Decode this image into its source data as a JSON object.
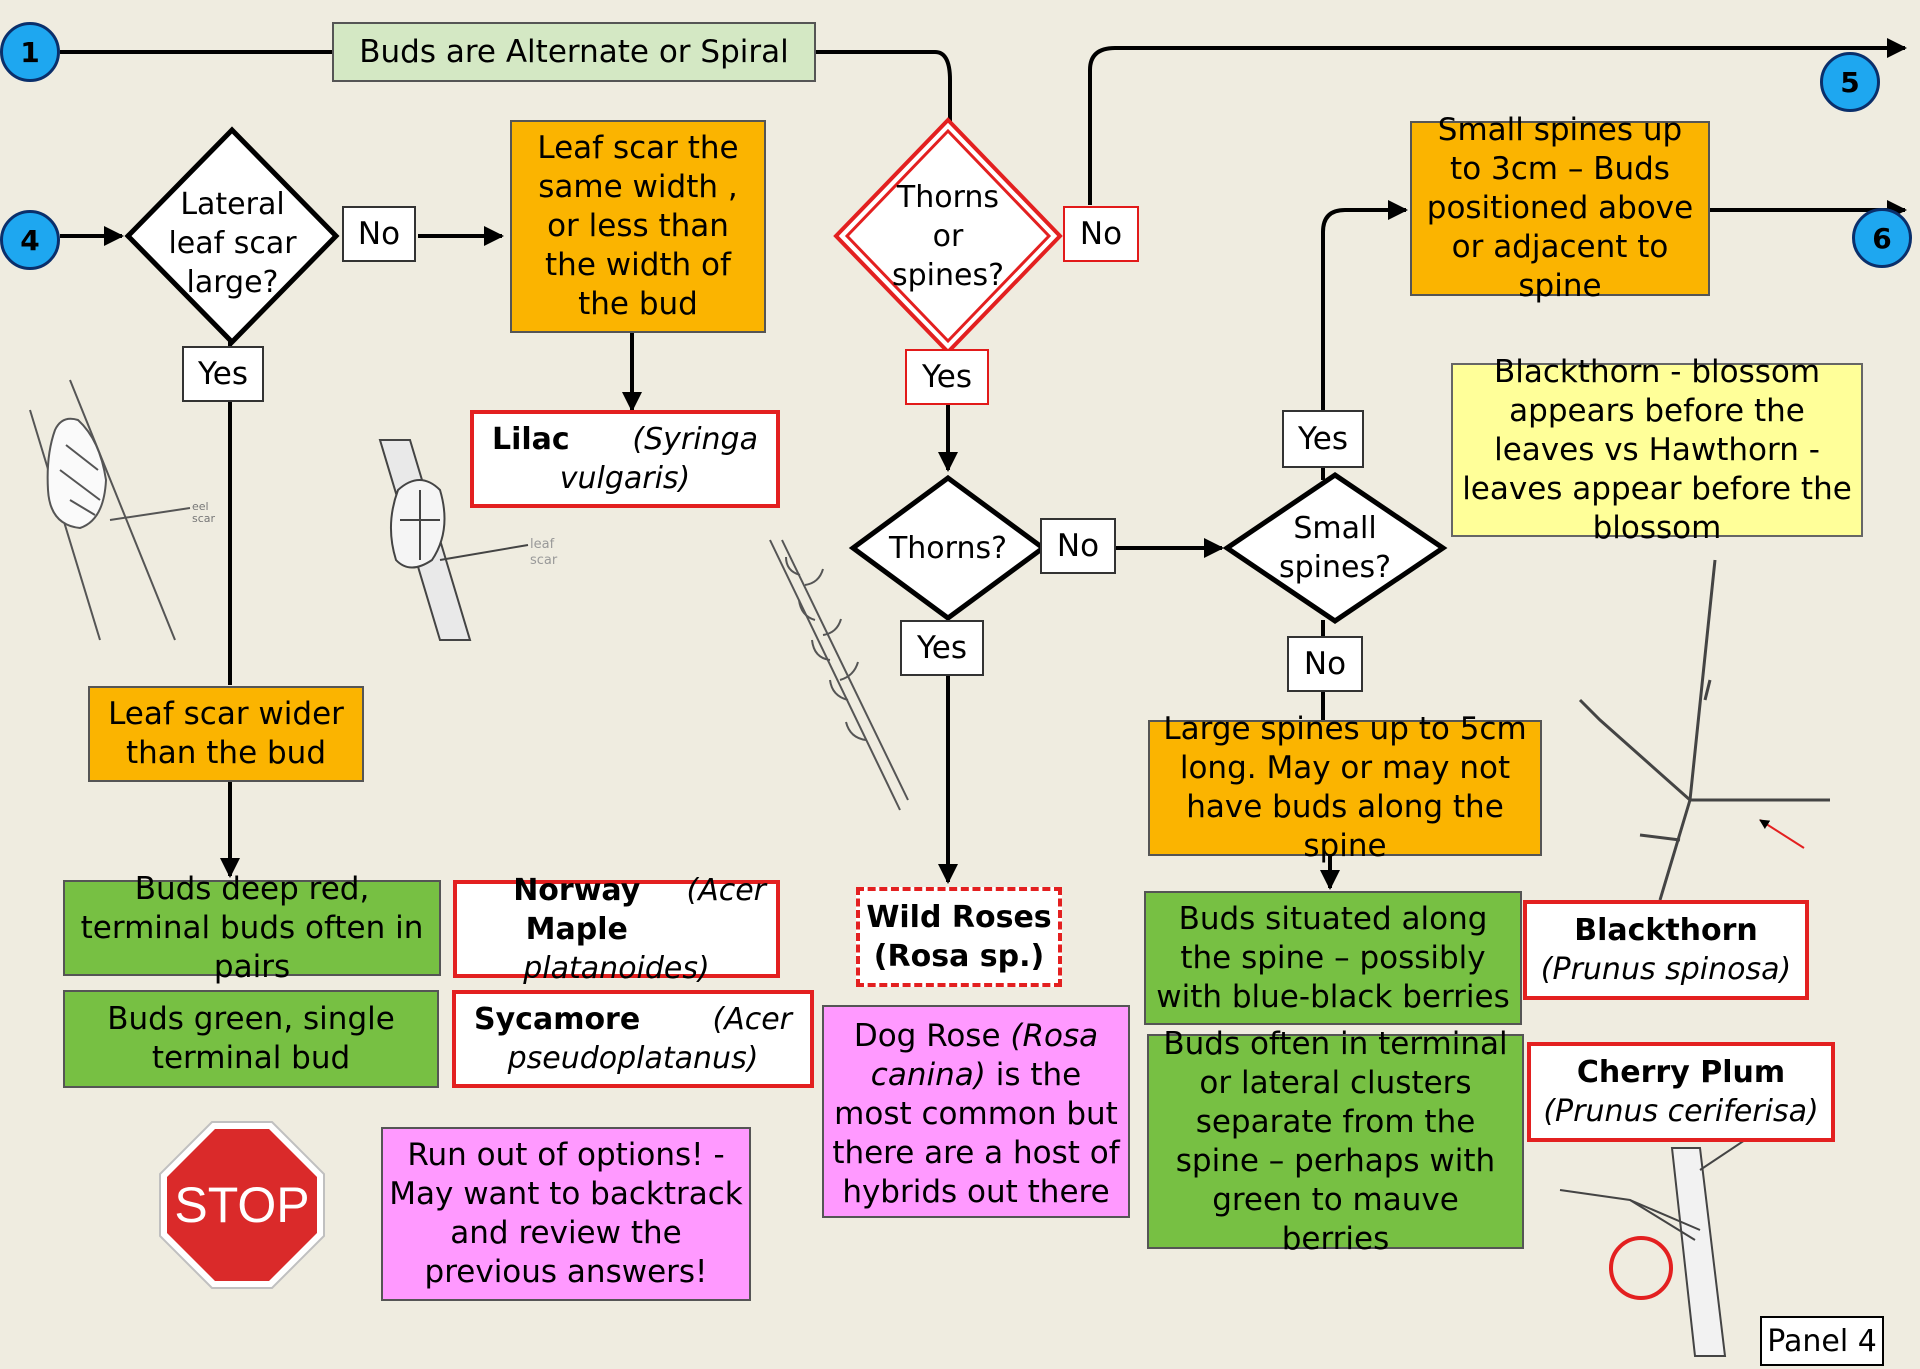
{
  "panel_label": "Panel 4",
  "connectors": {
    "c1": "1",
    "c4": "4",
    "c5": "5",
    "c6": "6"
  },
  "header_box": "Buds are Alternate or Spiral",
  "decisions": {
    "lateral_leaf_scar": [
      "Lateral",
      "leaf scar",
      "large?"
    ],
    "thorns_or_spines": [
      "Thorns",
      "or",
      "spines?"
    ],
    "thorns": [
      "Thorns?"
    ],
    "small_spines": [
      "Small",
      "spines?"
    ]
  },
  "answers": {
    "no_leafscar": "No",
    "yes_leafscar": "Yes",
    "no_thornspines": "No",
    "yes_thornspines": "Yes",
    "no_thorns": "No",
    "yes_thorns": "Yes",
    "yes_small": "Yes",
    "no_small": "No"
  },
  "boxes": {
    "leaf_scar_same": "Leaf scar the same width , or less than the width of the bud",
    "leaf_scar_wider": "Leaf scar wider than  the bud",
    "buds_deep_red": "Buds deep red, terminal buds often in pairs",
    "buds_green": "Buds green, single terminal bud",
    "small_spines_desc": "Small spines up to 3cm – Buds positioned above or adjacent to spine",
    "large_spines_desc": "Large spines up to 5cm long. May or may not have buds along the spine",
    "buds_along_spine": "Buds situated along the spine – possibly with blue-black berries",
    "buds_clusters": "Buds often in terminal or lateral clusters separate from the spine – perhaps with green to mauve berries",
    "blackthorn_note": "Blackthorn - blossom appears before the leaves vs Hawthorn - leaves appear before the blossom",
    "run_out": "Run out of options! - May want to backtrack and review the previous answers!",
    "dog_rose_1": "Dog Rose",
    "dog_rose_2": "(Rosa canina)",
    "dog_rose_3": "is the most common but there are a host of hybrids out there"
  },
  "species": {
    "lilac_common": "Lilac",
    "lilac_latin_1": "(Syringa",
    "lilac_latin_2": "vulgaris)",
    "norway_common": "Norway Maple",
    "norway_latin_1": "(Acer",
    "norway_latin_2": "platanoides)",
    "sycamore_common": "Sycamore",
    "sycamore_latin_1": "(Acer",
    "sycamore_latin_2": "pseudoplatanus)",
    "wild_roses_1": "Wild Roses",
    "wild_roses_2": "(Rosa sp.)",
    "blackthorn_common": "Blackthorn",
    "blackthorn_latin": "(Prunus spinosa)",
    "cherry_common": "Cherry Plum",
    "cherry_latin": "(Prunus ceriferisa)"
  },
  "stop_sign": "STOP",
  "sketch_labels": {
    "scar1_a": "eel",
    "scar1_b": "scar",
    "scar2_a": "leaf",
    "scar2_b": "scar"
  },
  "colors": {
    "orange": "#fbb400",
    "green": "#77c043",
    "pink": "#ff99ff",
    "yellow": "#ffff99",
    "red": "#e32020",
    "blue": "#1ea7f0"
  }
}
